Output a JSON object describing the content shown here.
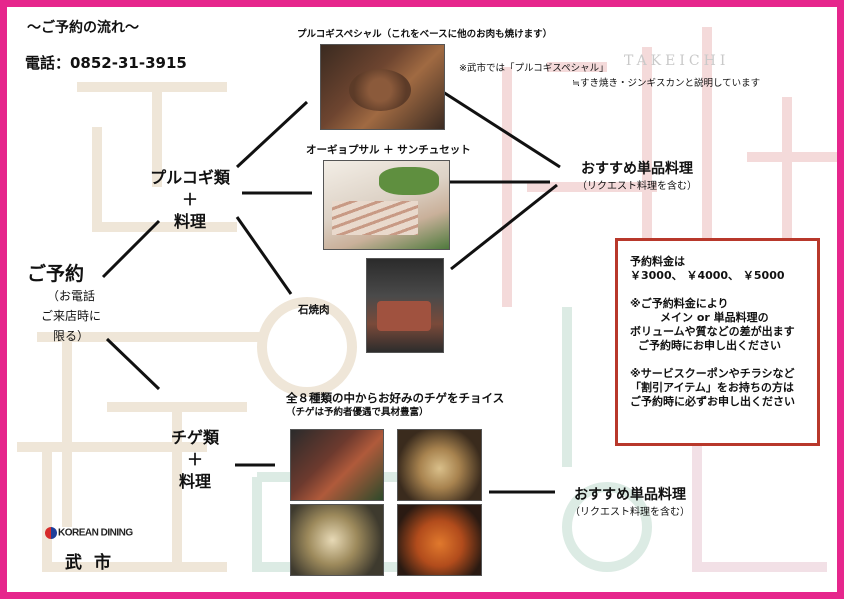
{
  "header": {
    "title": "〜ご予約の流れ〜",
    "phone": "電話：0852-31-3915",
    "watermark": "TAKEICHI"
  },
  "reserve": {
    "heading": "ご予約",
    "note_1": "（お電話",
    "note_2": "ご来店時に",
    "note_3": "限る）"
  },
  "bulgogi": {
    "line_1": "プルコギ類",
    "line_2": "＋",
    "line_3": "料理"
  },
  "bulgogi_special": {
    "caption": "プルコギスペシャル（これをベースに他のお肉も焼けます）",
    "remark_1": "※武市では「プルコギスペシャル」",
    "remark_2": "≒すき焼き・ジンギスカンと説明しています"
  },
  "ogyopsal": {
    "caption": "オーギョプサル ＋ サンチュセット"
  },
  "stone": {
    "label": "石焼肉"
  },
  "recommend_top": {
    "heading": "おすすめ単品料理",
    "note": "（リクエスト料理を含む）"
  },
  "price_box": {
    "line_1": "予約料金は",
    "line_2": "￥3000、 ￥4000、 ￥5000",
    "line_3": "※ご予約料金により",
    "line_4": "メイン or 単品料理の",
    "line_5": "ボリュームや質などの差が出ます",
    "line_6": "ご予約時にお申し出ください",
    "line_7": "※サービスクーポンやチラシなど",
    "line_8": "「割引アイテム」をお持ちの方は",
    "line_9": "ご予約時に必ずお申し出ください"
  },
  "chige": {
    "line_1": "チゲ類",
    "line_2": "＋",
    "line_3": "料理",
    "choice_heading": "全８種類の中からお好みのチゲをチョイス",
    "choice_note": "（チゲは予約者優遇で具材豊富）"
  },
  "recommend_bottom": {
    "heading": "おすすめ単品料理",
    "note": "（リクエスト料理を含む）"
  },
  "logo": {
    "name": "KOREAN DINING",
    "kanji": "武市"
  },
  "colors": {
    "border": "#e6268c",
    "price_box_border": "#b8382b",
    "text": "#111111"
  }
}
